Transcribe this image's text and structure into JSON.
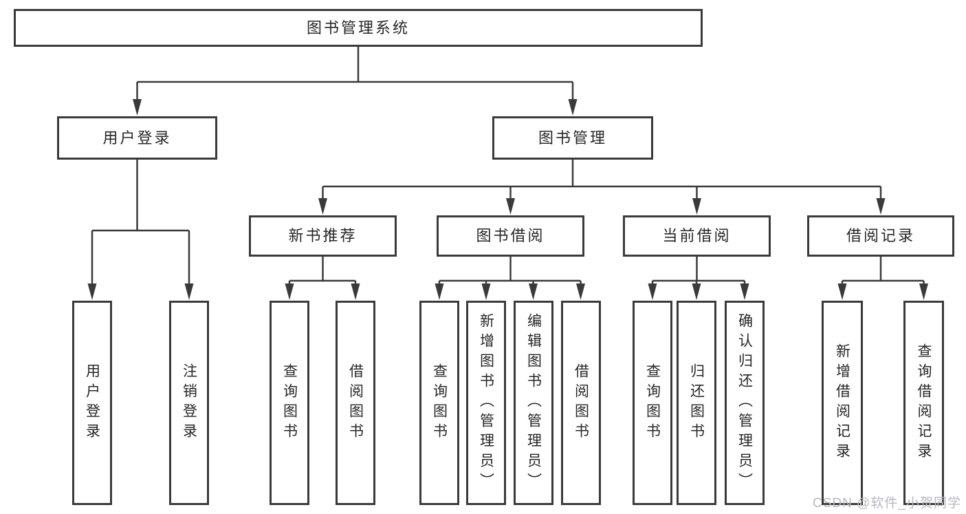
{
  "diagram": {
    "type": "hierarchy-tree",
    "root": "图书管理系统",
    "level2": {
      "user_login": "用户登录",
      "book_mgmt": "图书管理"
    },
    "level3": {
      "new_books": "新书推荐",
      "book_borrow": "图书借阅",
      "current_borrow": "当前借阅",
      "borrow_records": "借阅记录"
    },
    "leaves": {
      "user_login": [
        "用户登录",
        "注销登录"
      ],
      "new_books": [
        "查询图书",
        "借阅图书"
      ],
      "book_borrow": [
        "查询图书",
        "新增图书（管理员）",
        "编辑图书（管理员）",
        "借阅图书"
      ],
      "current_borrow": [
        "查询图书",
        "归还图书",
        "确认归还（管理员）"
      ],
      "borrow_records": [
        "新增借阅记录",
        "查询借阅记录"
      ]
    }
  },
  "watermark": {
    "text": "CSDN @软件_小贺同学"
  },
  "colors": {
    "line": "#3a3a3a",
    "text": "#262626",
    "background": "#ffffff",
    "watermark": "#b9b9bd"
  }
}
